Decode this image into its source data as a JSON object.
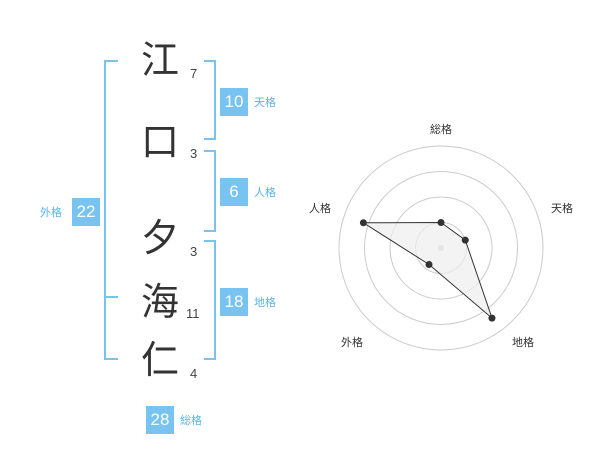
{
  "name": {
    "characters": [
      {
        "char": "江",
        "strokes": "7"
      },
      {
        "char": "口",
        "strokes": "3"
      },
      {
        "char": "夕",
        "strokes": "3"
      },
      {
        "char": "海",
        "strokes": "11"
      },
      {
        "char": "仁",
        "strokes": "4"
      }
    ]
  },
  "fortunes": {
    "tenkaku": {
      "label": "天格",
      "value": "10"
    },
    "jinkaku": {
      "label": "人格",
      "value": "6"
    },
    "chikaku": {
      "label": "地格",
      "value": "18"
    },
    "gaikaku": {
      "label": "外格",
      "value": "22"
    },
    "soukaku": {
      "label": "総格",
      "value": "28"
    }
  },
  "radar": {
    "axes": [
      "総格",
      "天格",
      "地格",
      "外格",
      "人格"
    ],
    "values": [
      0.25,
      0.25,
      0.85,
      0.2,
      0.8
    ],
    "max": 1,
    "rings": 4
  },
  "colors": {
    "accent": "#78c3f0",
    "accent_text": "#5ab4e8",
    "kanji": "#333333",
    "radar_grid": "#cccccc",
    "radar_fill": "#eeeeee",
    "radar_line": "#333333"
  }
}
